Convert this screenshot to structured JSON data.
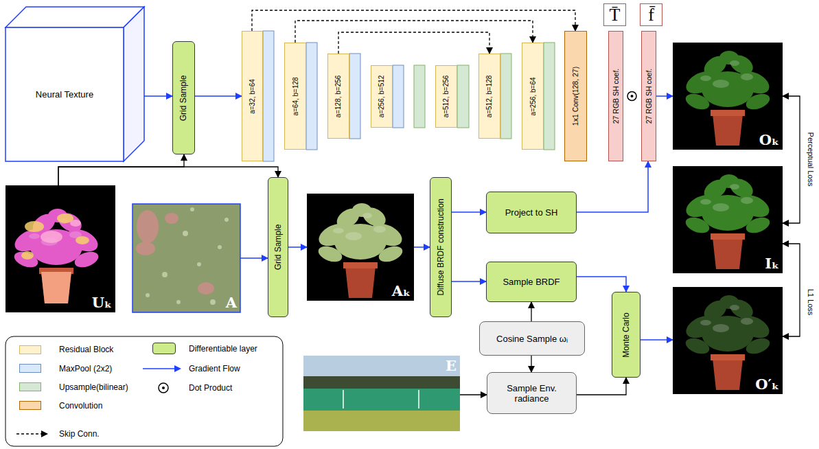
{
  "diagram": {
    "nodes": [
      {
        "text": [
          "Neural Texture"
        ]
      },
      {
        "text": [
          "Grid Sample"
        ]
      },
      {
        "text": [
          "a=32, b=64"
        ]
      },
      {
        "text": [
          "a=64, b=128"
        ]
      },
      {
        "text": [
          "a=128, b=256"
        ]
      },
      {
        "text": [
          "a=256, b=512"
        ]
      },
      {
        "text": [
          "a=512, b=256"
        ]
      },
      {
        "text": [
          "a=512, b=128"
        ]
      },
      {
        "text": [
          "a=256, b=64"
        ]
      },
      {
        "text": [
          "1x1 Conv(128, 27)"
        ]
      },
      {
        "text": [
          "T̄"
        ]
      },
      {
        "text": [
          "f̄"
        ]
      },
      {
        "text": [
          "27 RGB SH coef."
        ]
      },
      {
        "text": [
          "27 RGB SH coef."
        ]
      },
      {
        "text": [
          "Oₖ"
        ]
      },
      {
        "text": [
          "Uₖ"
        ]
      },
      {
        "text": [
          "A"
        ]
      },
      {
        "text": [
          "Grid Sample"
        ]
      },
      {
        "text": [
          "Aₖ"
        ]
      },
      {
        "text": [
          "Diffuse BRDF construction"
        ]
      },
      {
        "text": [
          "Project to SH"
        ]
      },
      {
        "text": [
          "Iₖ"
        ]
      },
      {
        "text": [
          "Sample BRDF"
        ]
      },
      {
        "text": [
          "Monte Carlo"
        ]
      },
      {
        "text": [
          "O′ₖ"
        ]
      },
      {
        "text": [
          "Cosine Sample ωᵢ"
        ]
      },
      {
        "text": [
          "E"
        ]
      },
      {
        "text": [
          "Sample Env. radiance"
        ]
      }
    ],
    "edges": [
      {
        "from": 0,
        "to": 1,
        "arrow": "to"
      },
      {
        "from": 1,
        "to": 2,
        "arrow": "to"
      },
      {
        "from": 15,
        "to": 1,
        "arrow": "to"
      },
      {
        "from": 15,
        "to": 17,
        "arrow": "to"
      },
      {
        "from": 16,
        "to": 17,
        "arrow": "to"
      },
      {
        "from": 17,
        "to": 18,
        "arrow": "to"
      },
      {
        "from": 18,
        "to": 19,
        "arrow": "to"
      },
      {
        "from": 19,
        "to": 20,
        "arrow": "to"
      },
      {
        "from": 19,
        "to": 22,
        "arrow": "to"
      },
      {
        "from": 20,
        "to": 13,
        "arrow": "to"
      },
      {
        "from": 22,
        "to": 23,
        "arrow": "to"
      },
      {
        "from": 25,
        "to": 22,
        "arrow": "to"
      },
      {
        "from": 25,
        "to": 27,
        "arrow": "to"
      },
      {
        "from": 26,
        "to": 27,
        "arrow": "to"
      },
      {
        "from": 27,
        "to": 23,
        "arrow": "to"
      },
      {
        "from": 23,
        "to": 24,
        "arrow": "to"
      },
      {
        "from": 13,
        "to": 14,
        "arrow": "to"
      },
      {
        "from": 14,
        "to": 21,
        "arrow": "both",
        "label": "Perceptual Loss"
      },
      {
        "from": 21,
        "to": 24,
        "arrow": "both",
        "label": "L1 Loss"
      },
      {
        "from": 2,
        "to": 9,
        "arrow": "to"
      },
      {
        "from": 3,
        "to": 8,
        "arrow": "to"
      },
      {
        "from": 4,
        "to": 7,
        "arrow": "to"
      }
    ],
    "legend": [
      {
        "text": "Residual Block",
        "color": "#fff2cc"
      },
      {
        "text": "Differentiable layer",
        "color": "#cdeb8b"
      },
      {
        "text": "MaxPool (2x2)",
        "color": "#dae8fc"
      },
      {
        "text": "Gradient Flow"
      },
      {
        "text": "Upsample(bilinear)",
        "color": "#d5e8d4"
      },
      {
        "text": "Dot Product"
      },
      {
        "text": "Convolution",
        "color": "#fad7ac"
      },
      {
        "text": "Skip Conn."
      }
    ]
  }
}
